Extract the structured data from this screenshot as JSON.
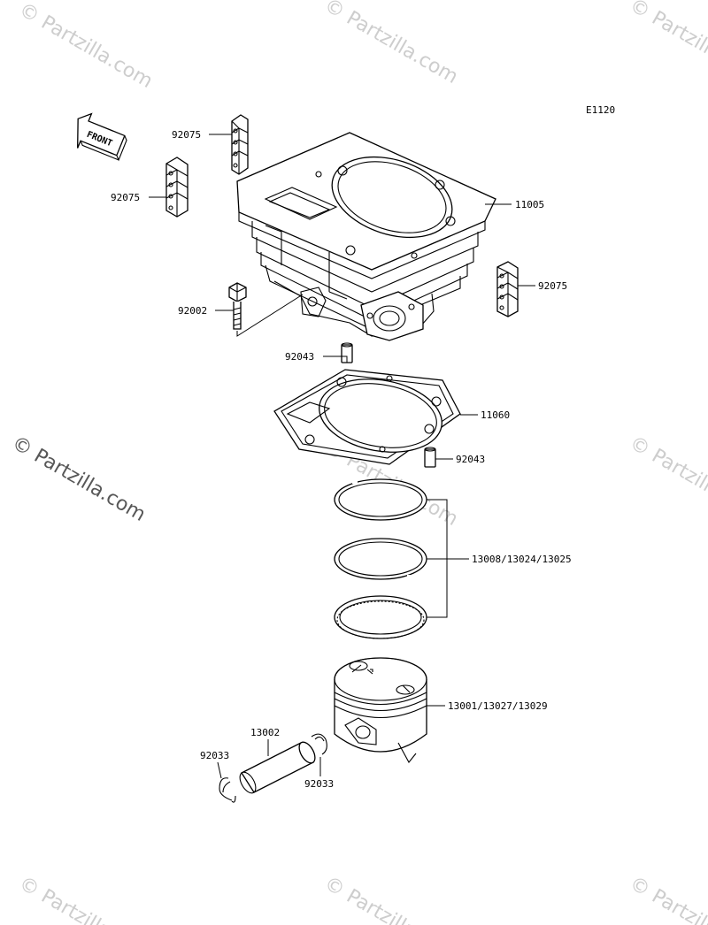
{
  "diagram_code": "E1120",
  "front_label": "FRONT",
  "watermark": "© Partzilla.com",
  "parts": {
    "cylinder": "11005",
    "gasket": "11060",
    "damper_upper": "92075",
    "damper_left": "92075",
    "damper_right": "92075",
    "bolt": "92002",
    "dowel_upper": "92043",
    "dowel_lower": "92043",
    "rings": "13008/13024/13025",
    "piston": "13001/13027/13029",
    "pin": "13002",
    "circlip_left": "92033",
    "circlip_right": "92033"
  }
}
